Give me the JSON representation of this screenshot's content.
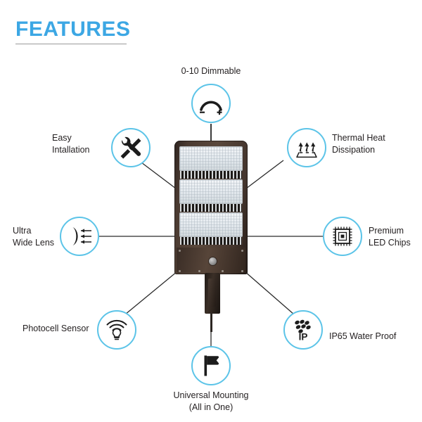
{
  "header": {
    "title": "FEATURES"
  },
  "product": {
    "name": "led-shoebox-area-light",
    "housing_color": "#4a3a31",
    "accent_color": "#5cc4e8"
  },
  "features": [
    {
      "id": "dimmable",
      "label": "0-10 Dimmable",
      "icon": "dimmer-arc-icon",
      "position": "top-center"
    },
    {
      "id": "easy-installation",
      "label": "Easy\nIntallation",
      "icon": "wrench-screwdriver-icon",
      "position": "top-left"
    },
    {
      "id": "thermal-heat-dissipation",
      "label": "Thermal Heat\nDissipation",
      "icon": "heat-arrows-icon",
      "position": "top-right"
    },
    {
      "id": "ultra-wide-lens",
      "label": "Ultra\nWide Lens",
      "icon": "lens-beam-icon",
      "position": "mid-left"
    },
    {
      "id": "premium-led-chips",
      "label": "Premium\nLED Chips",
      "icon": "chip-icon",
      "position": "mid-right"
    },
    {
      "id": "photocell-sensor",
      "label": "Photocell Sensor",
      "icon": "photocell-bulb-icon",
      "position": "bottom-left"
    },
    {
      "id": "ip65-water-proof",
      "label": "IP65 Water Proof",
      "icon": "ip-droplets-icon",
      "position": "bottom-right"
    },
    {
      "id": "universal-mounting",
      "label": "Universal Mounting\n(All in One)",
      "icon": "flag-mount-icon",
      "position": "bottom-center"
    }
  ],
  "colors": {
    "title": "#3ca7e4",
    "circle_stroke": "#5cc4e8",
    "label_text": "#231f20",
    "connector_line": "#2b2b2b",
    "rule": "#9a9a9a"
  }
}
